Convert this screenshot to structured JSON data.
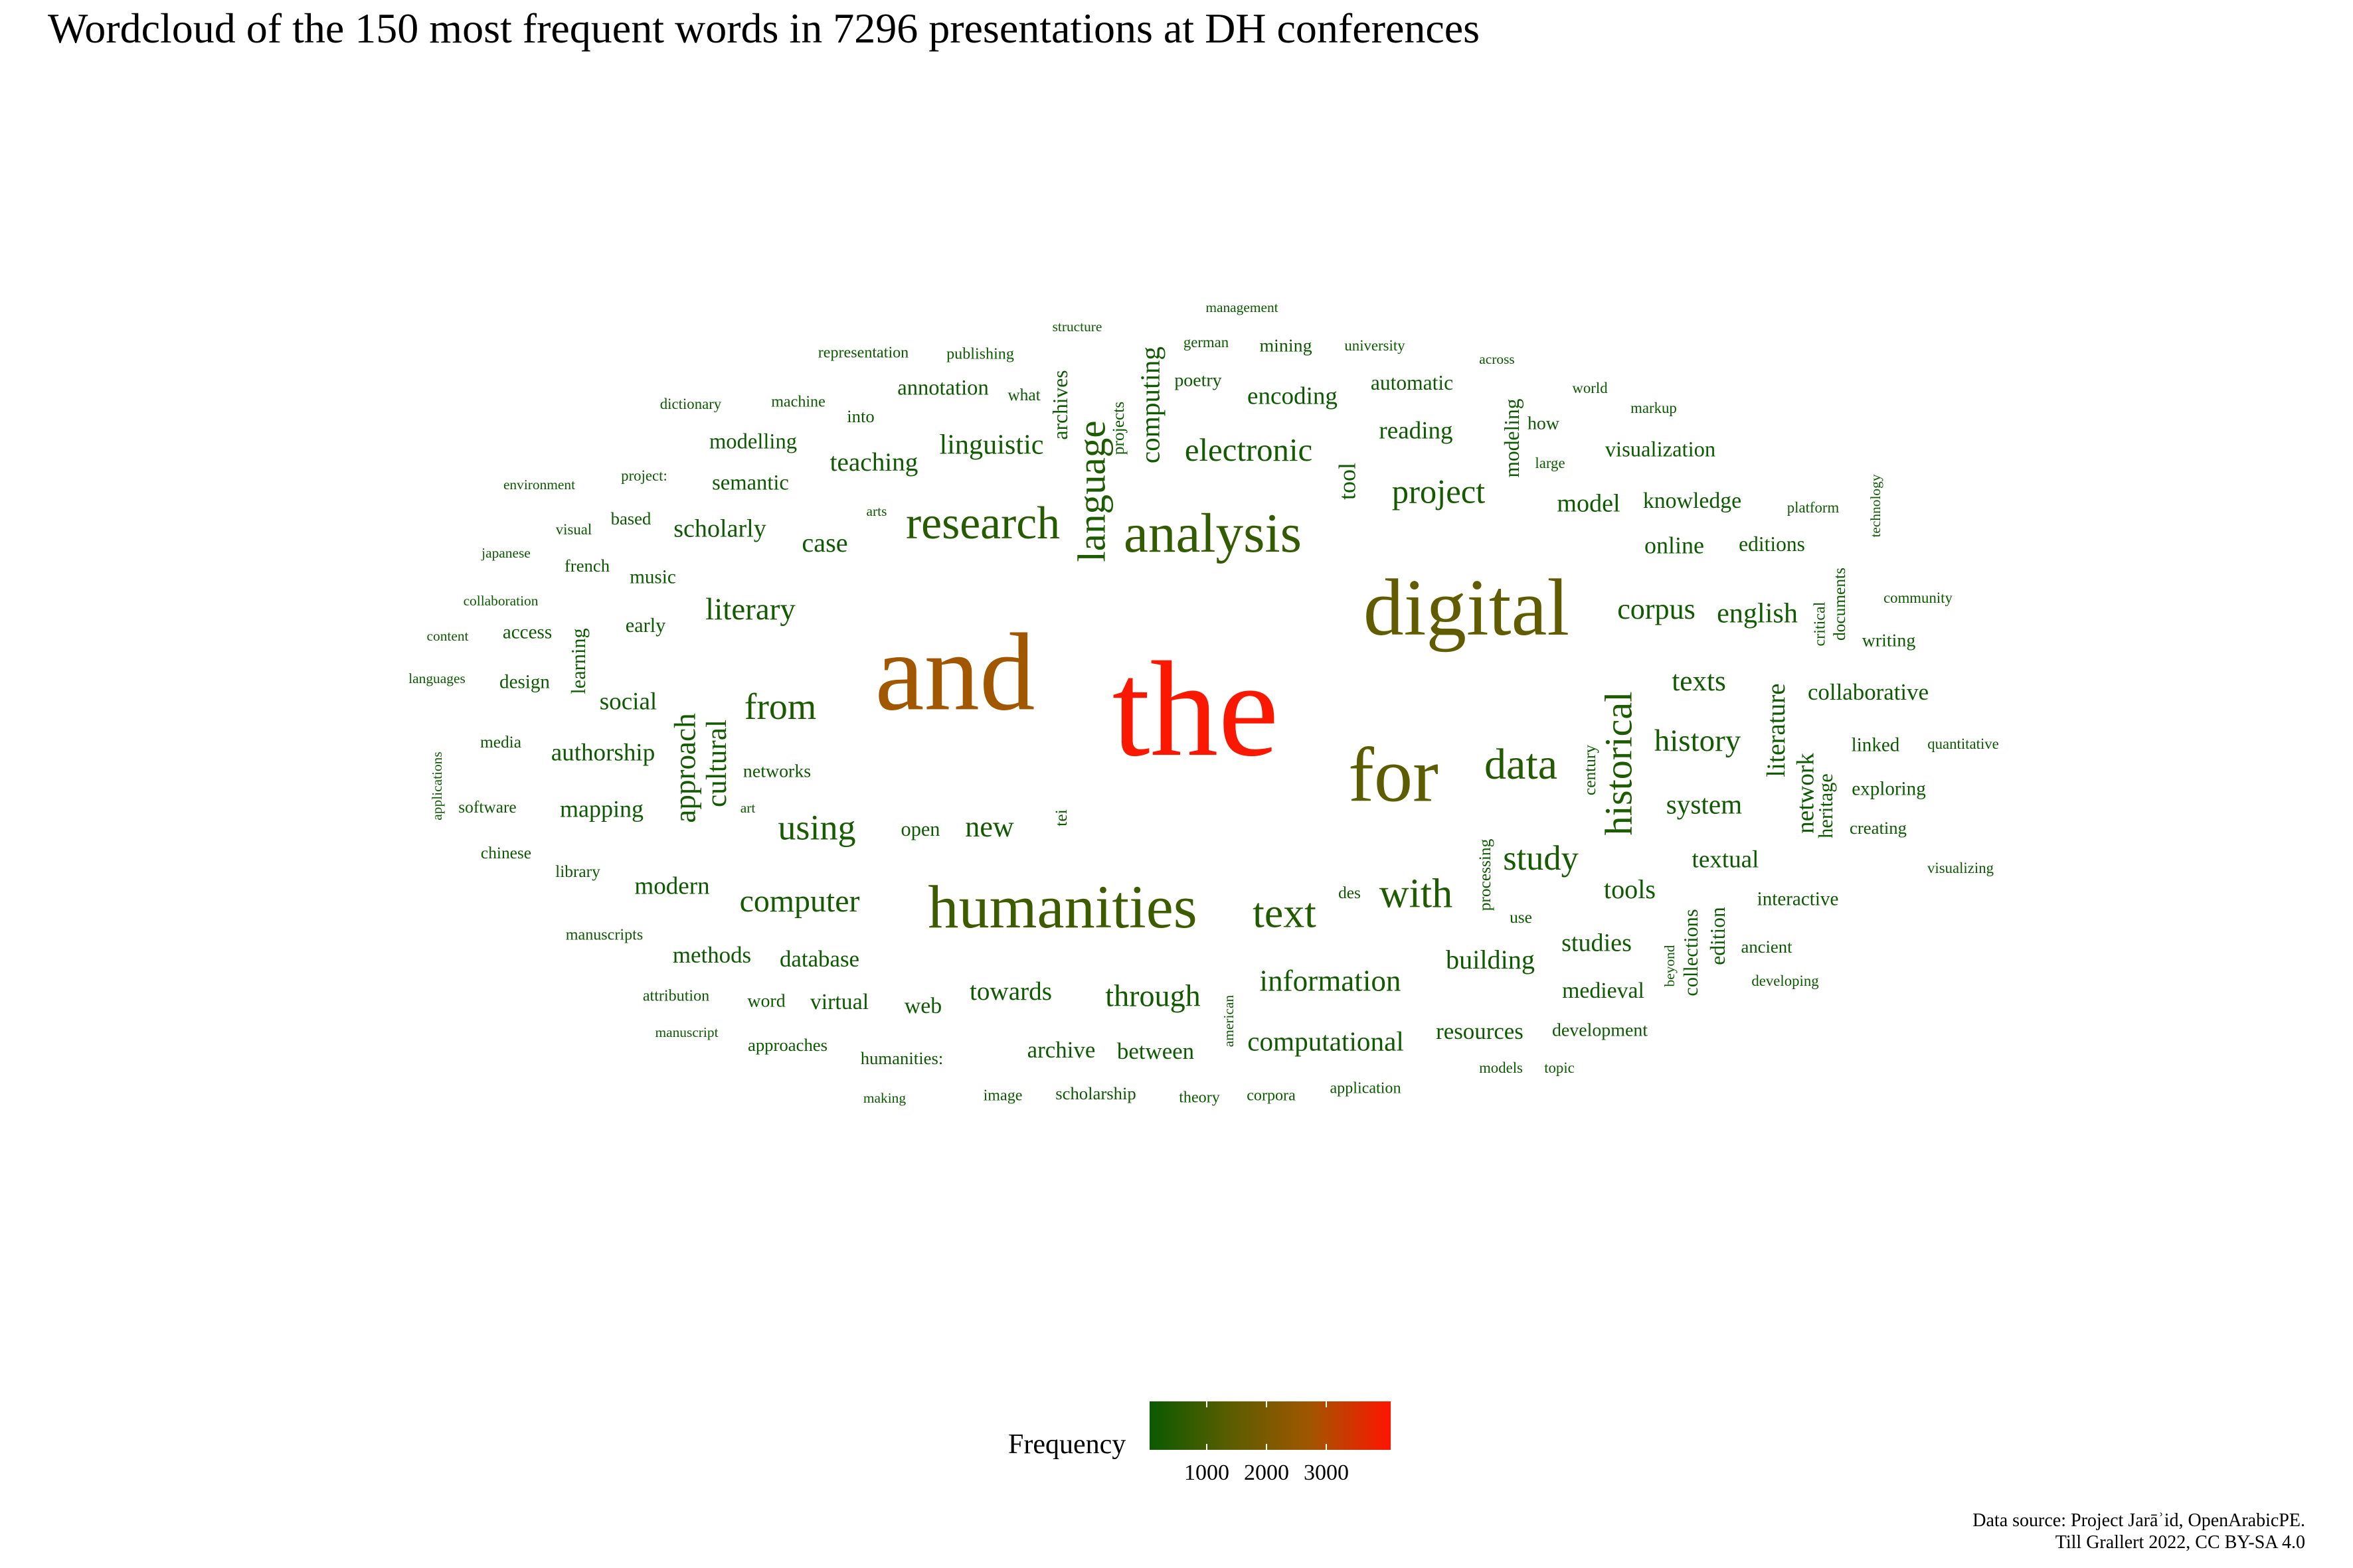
{
  "title": "Wordcloud of the 150 most frequent words in 7296 presentations at DH conferences",
  "legend": {
    "title": "Frequency",
    "ticks": [
      "1000",
      "2000",
      "3000"
    ],
    "colors": [
      "#0b5a00",
      "#5b5d00",
      "#a15600",
      "#ff1500"
    ]
  },
  "credit": {
    "line1": "Data source: Project Jarāʾid, OpenArabicPE.",
    "line2": "Till Grallert 2022, CC BY-SA 4.0"
  },
  "chart_data": {
    "type": "wordcloud",
    "title": "Wordcloud of the 150 most frequent words in 7296 presentations at DH conferences",
    "color_scale": {
      "title": "Frequency",
      "ticks": [
        1000,
        2000,
        3000
      ],
      "low": "#0b5a00",
      "high": "#ff1500"
    },
    "words": [
      {
        "word": "the",
        "freq": 3850
      },
      {
        "word": "and",
        "freq": 2700
      },
      {
        "word": "digital",
        "freq": 1600
      },
      {
        "word": "for",
        "freq": 1500
      },
      {
        "word": "humanities",
        "freq": 1050
      },
      {
        "word": "analysis",
        "freq": 900
      },
      {
        "word": "research",
        "freq": 700
      },
      {
        "word": "data",
        "freq": 650
      },
      {
        "word": "text",
        "freq": 620
      },
      {
        "word": "with",
        "freq": 600
      },
      {
        "word": "language",
        "freq": 560
      },
      {
        "word": "historical",
        "freq": 550
      },
      {
        "word": "from",
        "freq": 520
      },
      {
        "word": "using",
        "freq": 500
      },
      {
        "word": "study",
        "freq": 480
      },
      {
        "word": "project",
        "freq": 460
      },
      {
        "word": "electronic",
        "freq": 440
      },
      {
        "word": "computer",
        "freq": 430
      },
      {
        "word": "literary",
        "freq": 420
      },
      {
        "word": "history",
        "freq": 420
      },
      {
        "word": "through",
        "freq": 410
      },
      {
        "word": "approach",
        "freq": 400
      },
      {
        "word": "information",
        "freq": 400
      },
      {
        "word": "new",
        "freq": 390
      },
      {
        "word": "corpus",
        "freq": 390
      },
      {
        "word": "cultural",
        "freq": 380
      },
      {
        "word": "texts",
        "freq": 380
      },
      {
        "word": "linguistic",
        "freq": 370
      },
      {
        "word": "english",
        "freq": 370
      },
      {
        "word": "computing",
        "freq": 360
      },
      {
        "word": "computational",
        "freq": 360
      },
      {
        "word": "system",
        "freq": 360
      },
      {
        "word": "tools",
        "freq": 350
      },
      {
        "word": "building",
        "freq": 350
      },
      {
        "word": "case",
        "freq": 350
      },
      {
        "word": "literature",
        "freq": 340
      },
      {
        "word": "towards",
        "freq": 340
      },
      {
        "word": "teaching",
        "freq": 340
      },
      {
        "word": "studies",
        "freq": 330
      },
      {
        "word": "model",
        "freq": 330
      },
      {
        "word": "scholarly",
        "freq": 330
      },
      {
        "word": "network",
        "freq": 320
      },
      {
        "word": "textual",
        "freq": 320
      },
      {
        "word": "encoding",
        "freq": 320
      },
      {
        "word": "reading",
        "freq": 320
      },
      {
        "word": "modern",
        "freq": 320
      },
      {
        "word": "authorship",
        "freq": 320
      },
      {
        "word": "social",
        "freq": 320
      },
      {
        "word": "tool",
        "freq": 310
      },
      {
        "word": "online",
        "freq": 310
      },
      {
        "word": "mapping",
        "freq": 310
      },
      {
        "word": "collaborative",
        "freq": 300
      },
      {
        "word": "resources",
        "freq": 300
      },
      {
        "word": "database",
        "freq": 300
      },
      {
        "word": "methods",
        "freq": 300
      },
      {
        "word": "archive",
        "freq": 300
      },
      {
        "word": "between",
        "freq": 300
      },
      {
        "word": "web",
        "freq": 290
      },
      {
        "word": "virtual",
        "freq": 290
      },
      {
        "word": "medieval",
        "freq": 290
      },
      {
        "word": "knowledge",
        "freq": 290
      },
      {
        "word": "visualization",
        "freq": 280
      },
      {
        "word": "semantic",
        "freq": 280
      },
      {
        "word": "modelling",
        "freq": 280
      },
      {
        "word": "annotation",
        "freq": 280
      },
      {
        "word": "automatic",
        "freq": 270
      },
      {
        "word": "editions",
        "freq": 270
      },
      {
        "word": "modeling",
        "freq": 270
      },
      {
        "word": "archives",
        "freq": 270
      },
      {
        "word": "edition",
        "freq": 270
      },
      {
        "word": "collections",
        "freq": 260
      },
      {
        "word": "heritage",
        "freq": 260
      },
      {
        "word": "early",
        "freq": 260
      },
      {
        "word": "open",
        "freq": 260
      },
      {
        "word": "learning",
        "freq": 260
      },
      {
        "word": "design",
        "freq": 250
      },
      {
        "word": "access",
        "freq": 250
      },
      {
        "word": "music",
        "freq": 250
      },
      {
        "word": "exploring",
        "freq": 250
      },
      {
        "word": "linked",
        "freq": 250
      },
      {
        "word": "interactive",
        "freq": 250
      },
      {
        "word": "word",
        "freq": 240
      },
      {
        "word": "development",
        "freq": 240
      },
      {
        "word": "how",
        "freq": 240
      },
      {
        "word": "poetry",
        "freq": 240
      },
      {
        "word": "mining",
        "freq": 240
      },
      {
        "word": "writing",
        "freq": 240
      },
      {
        "word": "networks",
        "freq": 240
      },
      {
        "word": "french",
        "freq": 230
      },
      {
        "word": "based",
        "freq": 230
      },
      {
        "word": "creating",
        "freq": 230
      },
      {
        "word": "ancient",
        "freq": 230
      },
      {
        "word": "humanities:",
        "freq": 230
      },
      {
        "word": "scholarship",
        "freq": 230
      },
      {
        "word": "approaches",
        "freq": 230
      },
      {
        "word": "into",
        "freq": 230
      },
      {
        "word": "what",
        "freq": 220
      },
      {
        "word": "use",
        "freq": 220
      },
      {
        "word": "des",
        "freq": 220
      },
      {
        "word": "tei",
        "freq": 220
      },
      {
        "word": "projects",
        "freq": 220
      },
      {
        "word": "century",
        "freq": 220
      },
      {
        "word": "processing",
        "freq": 220
      },
      {
        "word": "library",
        "freq": 220
      },
      {
        "word": "software",
        "freq": 220
      },
      {
        "word": "chinese",
        "freq": 220
      },
      {
        "word": "media",
        "freq": 220
      },
      {
        "word": "documents",
        "freq": 220
      },
      {
        "word": "critical",
        "freq": 210
      },
      {
        "word": "manuscripts",
        "freq": 210
      },
      {
        "word": "attribution",
        "freq": 210
      },
      {
        "word": "application",
        "freq": 210
      },
      {
        "word": "corpora",
        "freq": 210
      },
      {
        "word": "theory",
        "freq": 210
      },
      {
        "word": "image",
        "freq": 210
      },
      {
        "word": "publishing",
        "freq": 210
      },
      {
        "word": "representation",
        "freq": 210
      },
      {
        "word": "machine",
        "freq": 210
      },
      {
        "word": "dictionary",
        "freq": 200
      },
      {
        "word": "project:",
        "freq": 200
      },
      {
        "word": "visual",
        "freq": 200
      },
      {
        "word": "university",
        "freq": 200
      },
      {
        "word": "german",
        "freq": 200
      },
      {
        "word": "world",
        "freq": 200
      },
      {
        "word": "markup",
        "freq": 200
      },
      {
        "word": "large",
        "freq": 200
      },
      {
        "word": "platform",
        "freq": 200
      },
      {
        "word": "community",
        "freq": 200
      },
      {
        "word": "quantitative",
        "freq": 200
      },
      {
        "word": "visualizing",
        "freq": 200
      },
      {
        "word": "developing",
        "freq": 200
      },
      {
        "word": "models",
        "freq": 200
      },
      {
        "word": "topic",
        "freq": 200
      },
      {
        "word": "manuscript",
        "freq": 190
      },
      {
        "word": "making",
        "freq": 190
      },
      {
        "word": "environment",
        "freq": 190
      },
      {
        "word": "japanese",
        "freq": 190
      },
      {
        "word": "collaboration",
        "freq": 190
      },
      {
        "word": "content",
        "freq": 190
      },
      {
        "word": "languages",
        "freq": 190
      },
      {
        "word": "applications",
        "freq": 190
      },
      {
        "word": "art",
        "freq": 190
      },
      {
        "word": "arts",
        "freq": 190
      },
      {
        "word": "structure",
        "freq": 190
      },
      {
        "word": "management",
        "freq": 190
      },
      {
        "word": "across",
        "freq": 190
      },
      {
        "word": "technology",
        "freq": 190
      },
      {
        "word": "american",
        "freq": 190
      },
      {
        "word": "beyond",
        "freq": 190
      }
    ]
  }
}
